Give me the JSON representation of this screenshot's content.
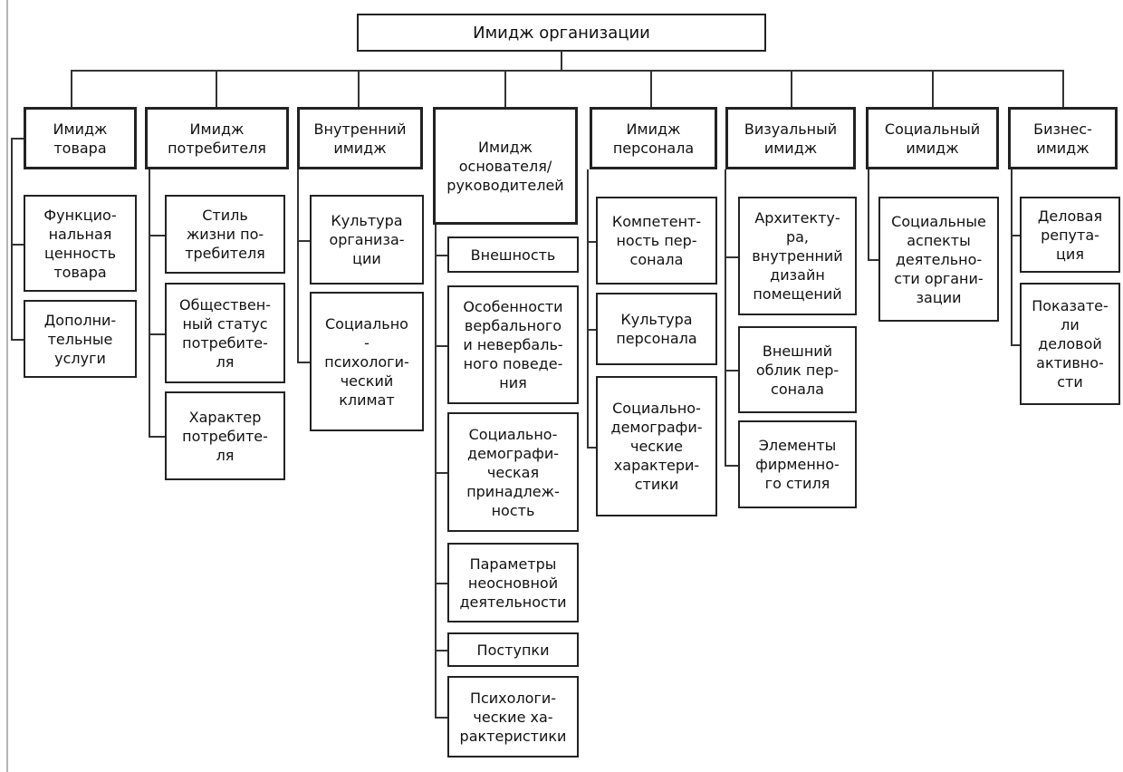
{
  "root": {
    "label": "Имидж организации"
  },
  "branches": [
    {
      "label": "Имидж\nтовара",
      "children": [
        "Функцио-\nнальная\nценность\nтовара",
        "Дополни-\nтельные\nуслуги"
      ]
    },
    {
      "label": "Имидж\nпотребителя",
      "children": [
        "Стиль\nжизни по-\nтребителя",
        "Обществен-\nный статус\nпотребите-\nля",
        "Характер\nпотребите-\nля"
      ]
    },
    {
      "label": "Внутренний\nимидж",
      "children": [
        "Культура\nорганиза-\nции",
        "Социально\n-\nпсихологи-\nческий\nклимат"
      ]
    },
    {
      "label": "Имидж\nоснователя/\nруководителей",
      "children": [
        "Внешность",
        "Особенности\nвербального\nи невербаль-\nного поведе-\nния",
        "Социально-\nдемографи-\nческая\nпринадлеж-\nность",
        "Параметры\nнеосновной\nдеятельности",
        "Поступки",
        "Психологи-\nческие ха-\nрактеристики"
      ]
    },
    {
      "label": "Имидж\nперсонала",
      "children": [
        "Компетент-\nность пер-\nсонала",
        "Культура\nперсонала",
        "Социально-\nдемографи-\nческие\nхарактери-\nстики"
      ]
    },
    {
      "label": "Визуальный\nимидж",
      "children": [
        "Архитекту-\nра,\nвнутренний\nдизайн\nпомещений",
        "Внешний\nоблик пер-\nсонала",
        "Элементы\nфирменно-\nго стиля"
      ]
    },
    {
      "label": "Социальный\nимидж",
      "children": [
        "Социальные\nаспекты\nдеятельно-\nсти органи-\nзации"
      ]
    },
    {
      "label": "Бизнес-\nимидж",
      "children": [
        "Деловая\nрепута-\nция",
        "Показате-\nли\nделовой\nактивно-\nсти"
      ]
    }
  ]
}
